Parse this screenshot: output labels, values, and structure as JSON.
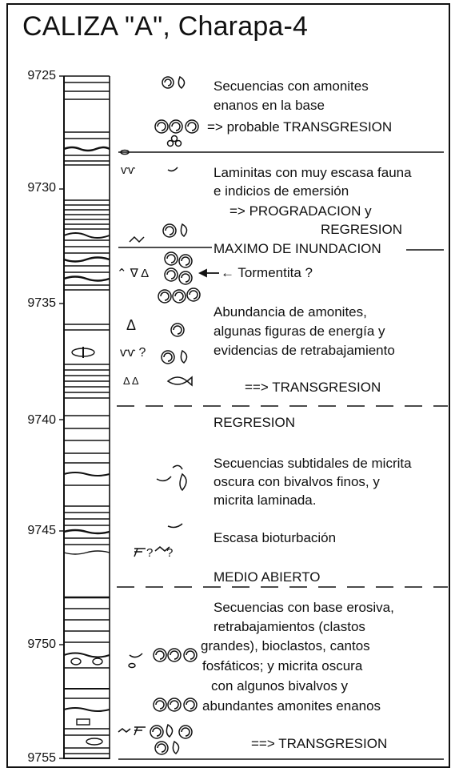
{
  "title": "CALIZA \"A\", Charapa-4",
  "depth_axis": {
    "ticks": [
      "9725",
      "9730",
      "9735",
      "9740",
      "9745",
      "9750",
      "9755"
    ]
  },
  "annotations": {
    "seq_amonites_line1": "Secuencias con amonites",
    "seq_amonites_line2": "enanos en la base",
    "seq_amonites_line3": "=> probable TRANSGRESION",
    "laminitas_line1": "Laminitas con muy escasa fauna",
    "laminitas_line2": "e indicios de emersión",
    "laminitas_line3": "=> PROGRADACION y",
    "laminitas_line4": "REGRESION",
    "maximo": "MAXIMO DE INUNDACION",
    "tormentita": "← Tormentita ?",
    "abundancia_line1": "Abundancia de amonites,",
    "abundancia_line2": "algunas figuras de energía y",
    "abundancia_line3": "evidencias de retrabajamiento",
    "transgresion_1": "==> TRANSGRESION",
    "regresion": "REGRESION",
    "subtidales_line1": "Secuencias subtidales de micrita",
    "subtidales_line2": "oscura con bivalvos finos, y",
    "subtidales_line3": "micrita laminada.",
    "bioturbacion": "Escasa bioturbación",
    "medio_abierto": "MEDIO ABIERTO",
    "erosiva_line1": "Secuencias con base erosiva,",
    "erosiva_line2": "retrabajamientos (clastos",
    "erosiva_line3": "grandes), bioclastos, cantos",
    "erosiva_line4": "fosfáticos; y micrita oscura",
    "erosiva_line5": "con algunos bivalvos y",
    "erosiva_line6": "abundantes amonites enanos",
    "transgresion_2": "==> TRANSGRESION"
  },
  "symbol_marks": {
    "vv": "ⱱⱱ",
    "vv_q": "ⱱⱱ ?",
    "delta": "Δ",
    "delta_pair": "Δ Δ",
    "burrow_q": "?",
    "mixed": "⌃ ∇ Δ"
  },
  "colors": {
    "ink": "#111111",
    "paper": "#ffffff"
  }
}
